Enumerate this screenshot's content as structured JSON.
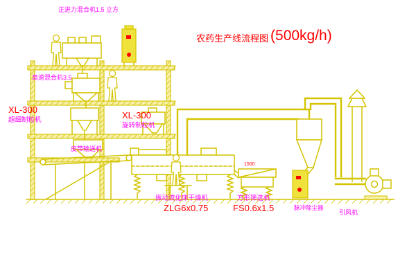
{
  "title": {
    "main": "农药生产线流程图",
    "capacity": "(500kg/h)"
  },
  "labels": {
    "top_mixer": "正进力混合机1.5 立方",
    "high_speed_mixer": "高速混合机3.5",
    "granulator_left_model": "XL-300",
    "granulator_left_name": "超细制粒机",
    "granulator_right_model": "XL-300",
    "granulator_right_name": "旋转制粒机",
    "belt_conveyor": "皮带输送机",
    "dryer_name": "振动流化床干燥机",
    "dryer_model": "ZLG6x0.75",
    "sieve_name": "方形筛选机",
    "sieve_model": "FS0.6x1.5",
    "sieve_dimension": "1500",
    "dust_collector": "脉冲除尘器",
    "fan": "引风机"
  },
  "colors": {
    "line": "#d4c400",
    "fill_light": "#f7f0a8",
    "fill_cabinet": "#f0e23c",
    "accent_red": "#ff0000",
    "label_magenta": "#ff00ff",
    "label_red": "#ff0000",
    "background": "#ffffff"
  }
}
